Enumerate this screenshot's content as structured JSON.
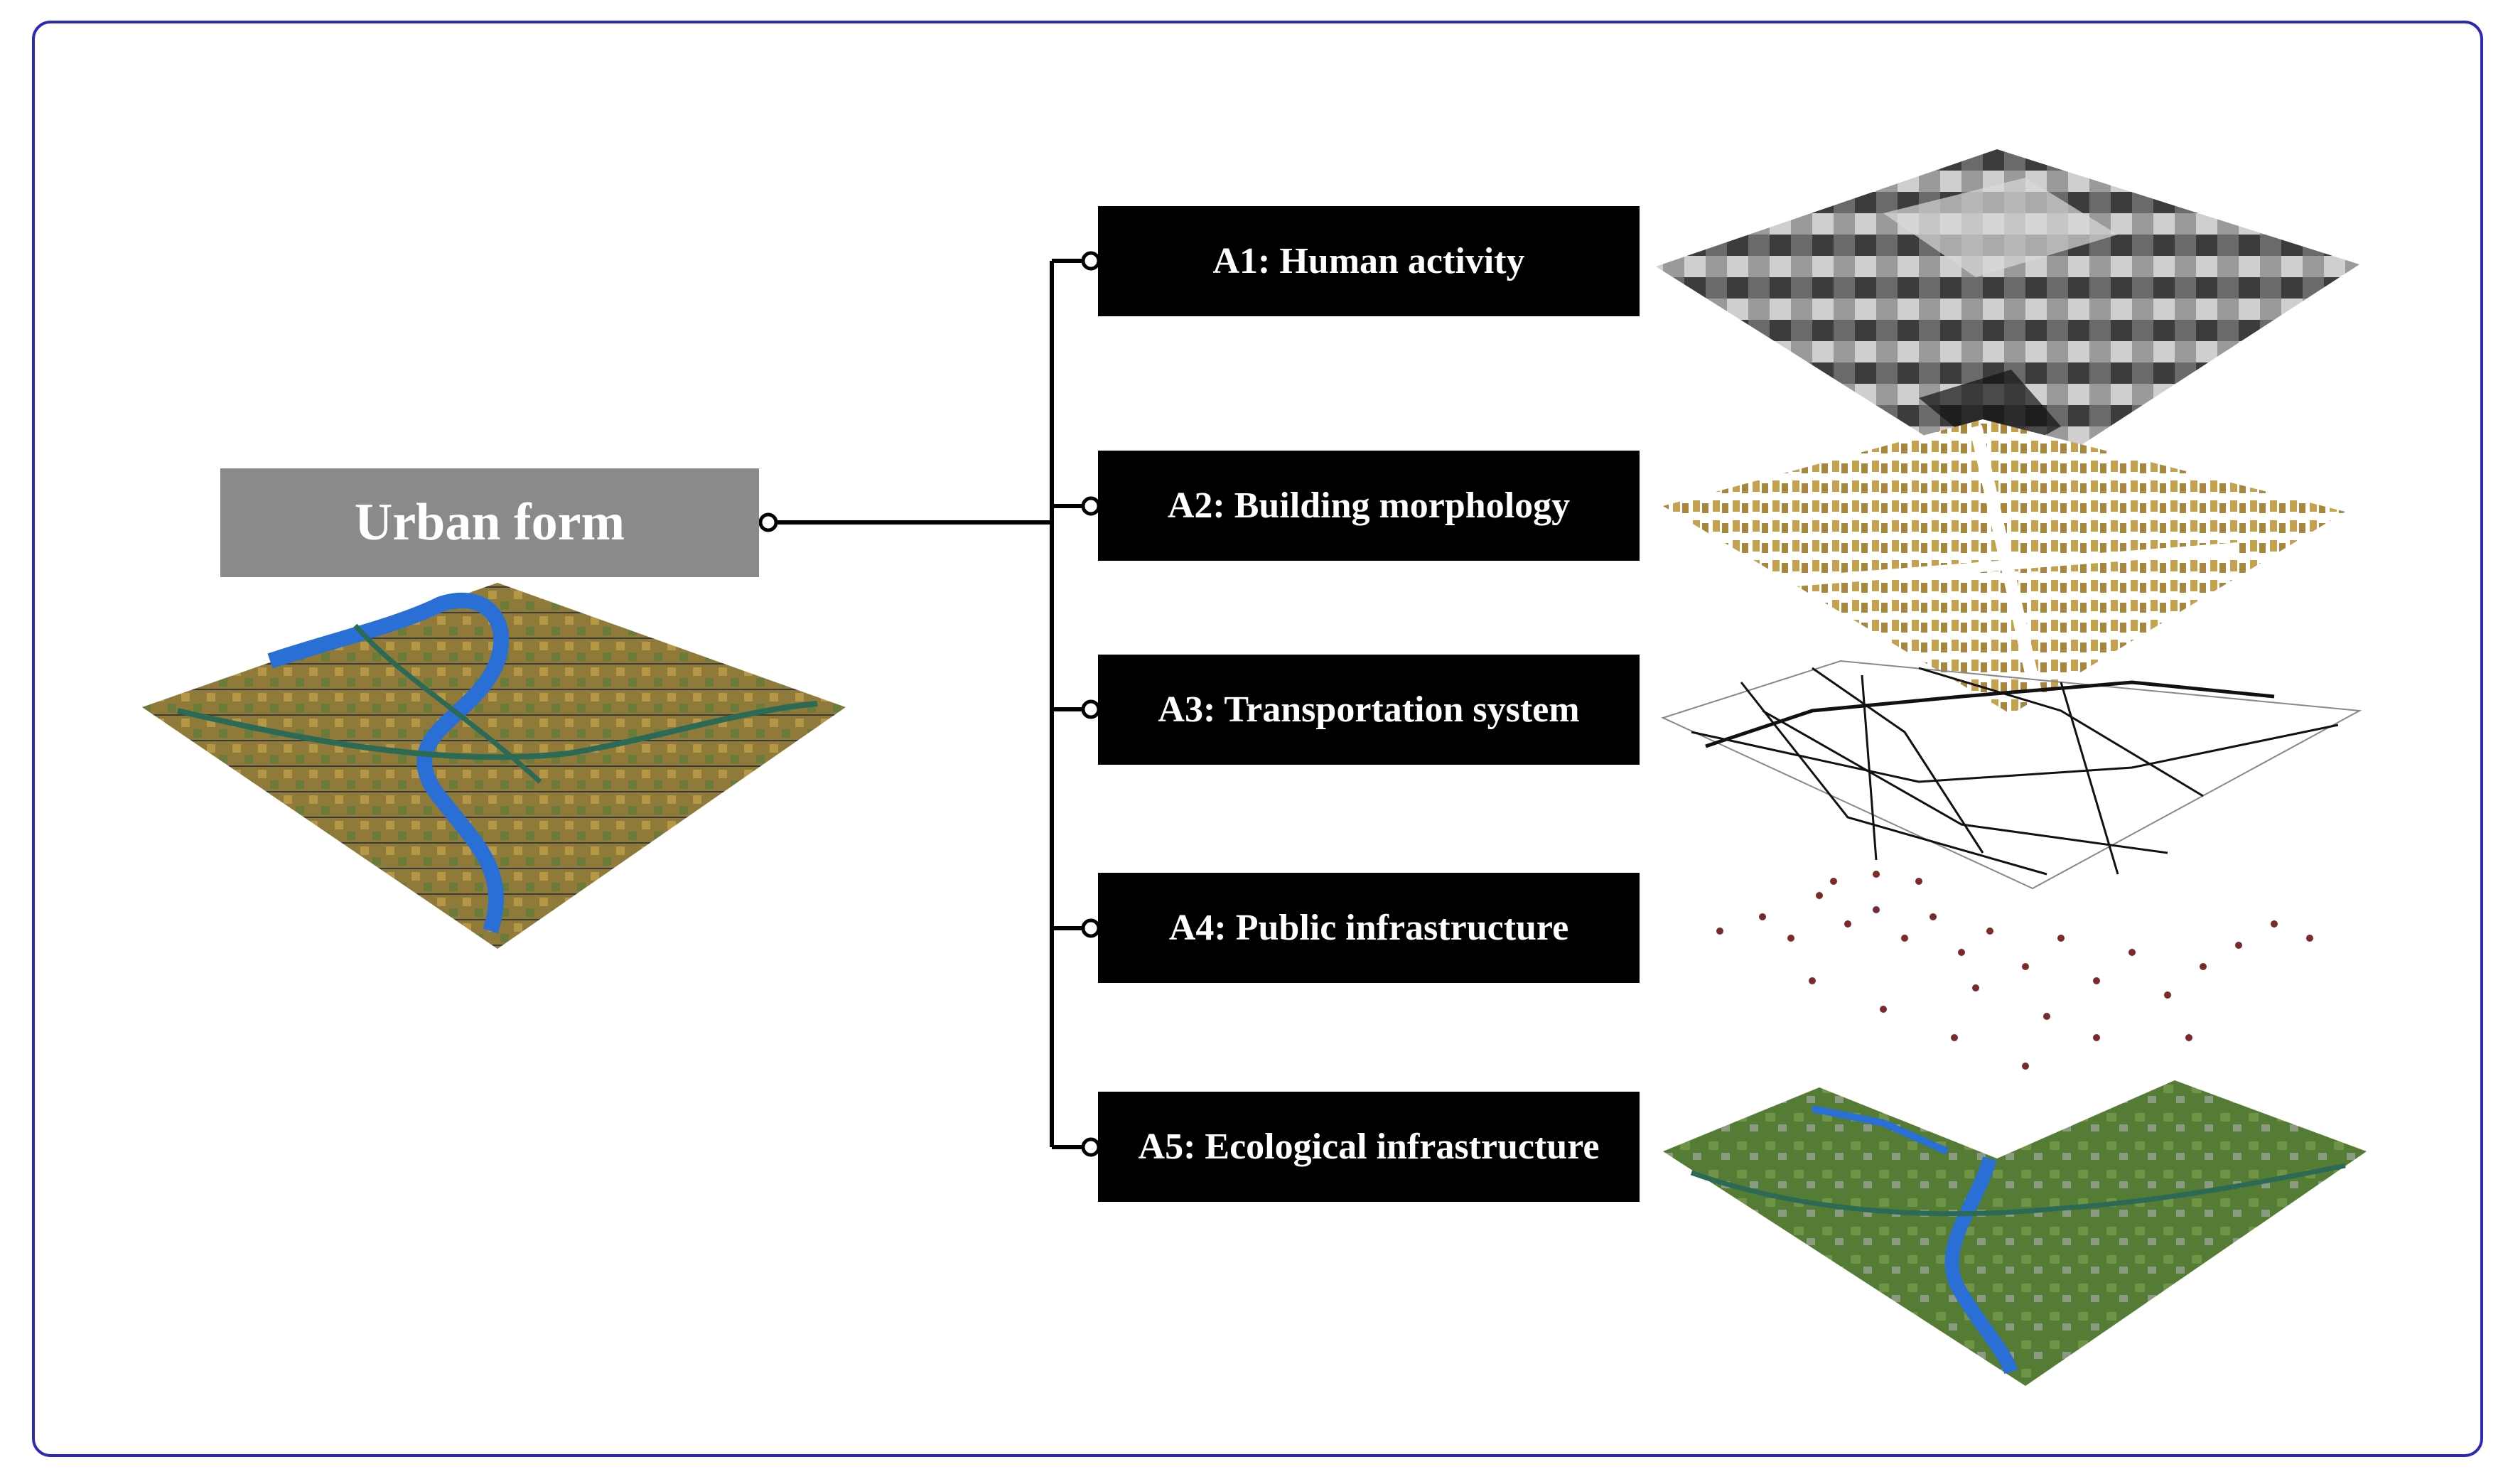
{
  "root": {
    "label": "Urban form"
  },
  "layers": [
    {
      "id": "A1",
      "label": "A1: Human activity"
    },
    {
      "id": "A2",
      "label": "A2: Building morphology"
    },
    {
      "id": "A3",
      "label": "A3: Transportation system"
    },
    {
      "id": "A4",
      "label": "A4: Public infrastructure"
    },
    {
      "id": "A5",
      "label": "A5: Ecological infrastructure"
    }
  ],
  "colors": {
    "frame": "#2d2ab2",
    "root_box": "#8a8a8a",
    "layer_box": "#000000",
    "connector": "#000000",
    "building": "#c4a24f",
    "poi_dots": "#7a2a2a",
    "river": "#2a6fd6",
    "vegetation": "#4d7a2e"
  }
}
